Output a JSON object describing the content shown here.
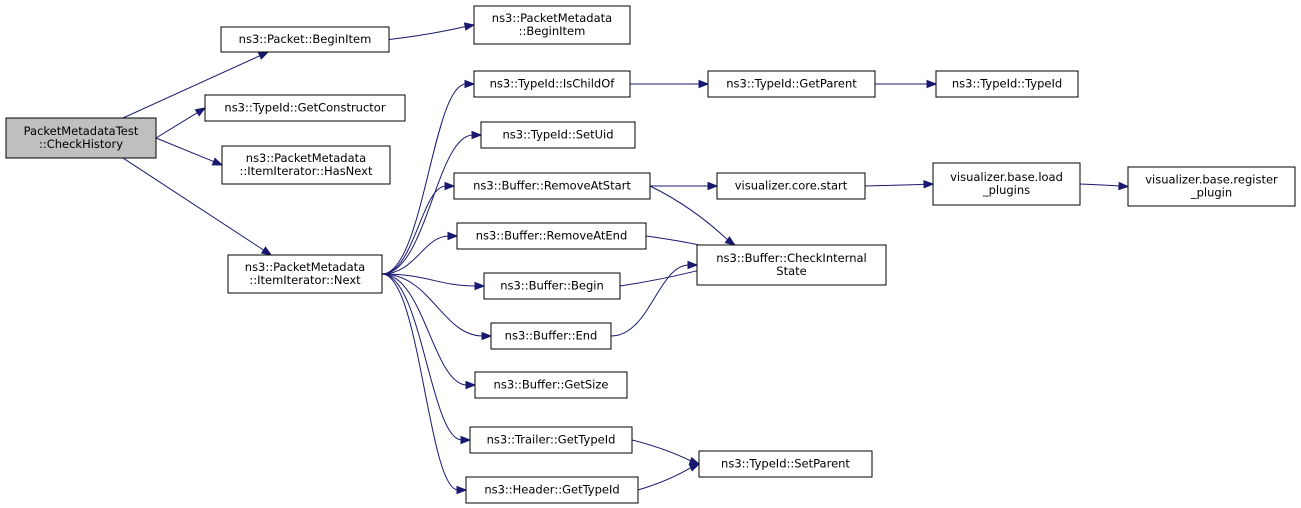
{
  "graph": {
    "nodes": [
      {
        "id": "root",
        "lines": [
          "PacketMetadataTest",
          "::CheckHistory"
        ],
        "root": true
      },
      {
        "id": "pkt_begin",
        "lines": [
          "ns3::Packet::BeginItem"
        ]
      },
      {
        "id": "pm_begin",
        "lines": [
          "ns3::PacketMetadata",
          "::BeginItem"
        ]
      },
      {
        "id": "getctor",
        "lines": [
          "ns3::TypeId::GetConstructor"
        ]
      },
      {
        "id": "hasnext",
        "lines": [
          "ns3::PacketMetadata",
          "::ItemIterator::HasNext"
        ]
      },
      {
        "id": "next",
        "lines": [
          "ns3::PacketMetadata",
          "::ItemIterator::Next"
        ]
      },
      {
        "id": "ischild",
        "lines": [
          "ns3::TypeId::IsChildOf"
        ]
      },
      {
        "id": "getparent",
        "lines": [
          "ns3::TypeId::GetParent"
        ]
      },
      {
        "id": "typeid",
        "lines": [
          "ns3::TypeId::TypeId"
        ]
      },
      {
        "id": "setuid",
        "lines": [
          "ns3::TypeId::SetUid"
        ]
      },
      {
        "id": "rmstart",
        "lines": [
          "ns3::Buffer::RemoveAtStart"
        ]
      },
      {
        "id": "vcstart",
        "lines": [
          "visualizer.core.start"
        ]
      },
      {
        "id": "loadplug",
        "lines": [
          "visualizer.base.load",
          "_plugins"
        ]
      },
      {
        "id": "regplug",
        "lines": [
          "visualizer.base.register",
          "_plugin"
        ]
      },
      {
        "id": "rmend",
        "lines": [
          "ns3::Buffer::RemoveAtEnd"
        ]
      },
      {
        "id": "checkint",
        "lines": [
          "ns3::Buffer::CheckInternal",
          "State"
        ]
      },
      {
        "id": "bbegin",
        "lines": [
          "ns3::Buffer::Begin"
        ]
      },
      {
        "id": "bend",
        "lines": [
          "ns3::Buffer::End"
        ]
      },
      {
        "id": "getsize",
        "lines": [
          "ns3::Buffer::GetSize"
        ]
      },
      {
        "id": "trailer",
        "lines": [
          "ns3::Trailer::GetTypeId"
        ]
      },
      {
        "id": "header",
        "lines": [
          "ns3::Header::GetTypeId"
        ]
      },
      {
        "id": "setparent",
        "lines": [
          "ns3::TypeId::SetParent"
        ]
      }
    ],
    "edges": [
      [
        "root",
        "pkt_begin"
      ],
      [
        "root",
        "getctor"
      ],
      [
        "root",
        "hasnext"
      ],
      [
        "root",
        "next"
      ],
      [
        "pkt_begin",
        "pm_begin"
      ],
      [
        "next",
        "ischild"
      ],
      [
        "next",
        "setuid"
      ],
      [
        "next",
        "rmstart"
      ],
      [
        "next",
        "rmend"
      ],
      [
        "next",
        "bbegin"
      ],
      [
        "next",
        "bend"
      ],
      [
        "next",
        "getsize"
      ],
      [
        "next",
        "trailer"
      ],
      [
        "next",
        "header"
      ],
      [
        "ischild",
        "getparent"
      ],
      [
        "getparent",
        "typeid"
      ],
      [
        "rmstart",
        "vcstart"
      ],
      [
        "rmstart",
        "checkint"
      ],
      [
        "vcstart",
        "loadplug"
      ],
      [
        "loadplug",
        "regplug"
      ],
      [
        "rmend",
        "checkint"
      ],
      [
        "bbegin",
        "checkint"
      ],
      [
        "bend",
        "checkint"
      ],
      [
        "trailer",
        "setparent"
      ],
      [
        "header",
        "setparent"
      ]
    ]
  }
}
